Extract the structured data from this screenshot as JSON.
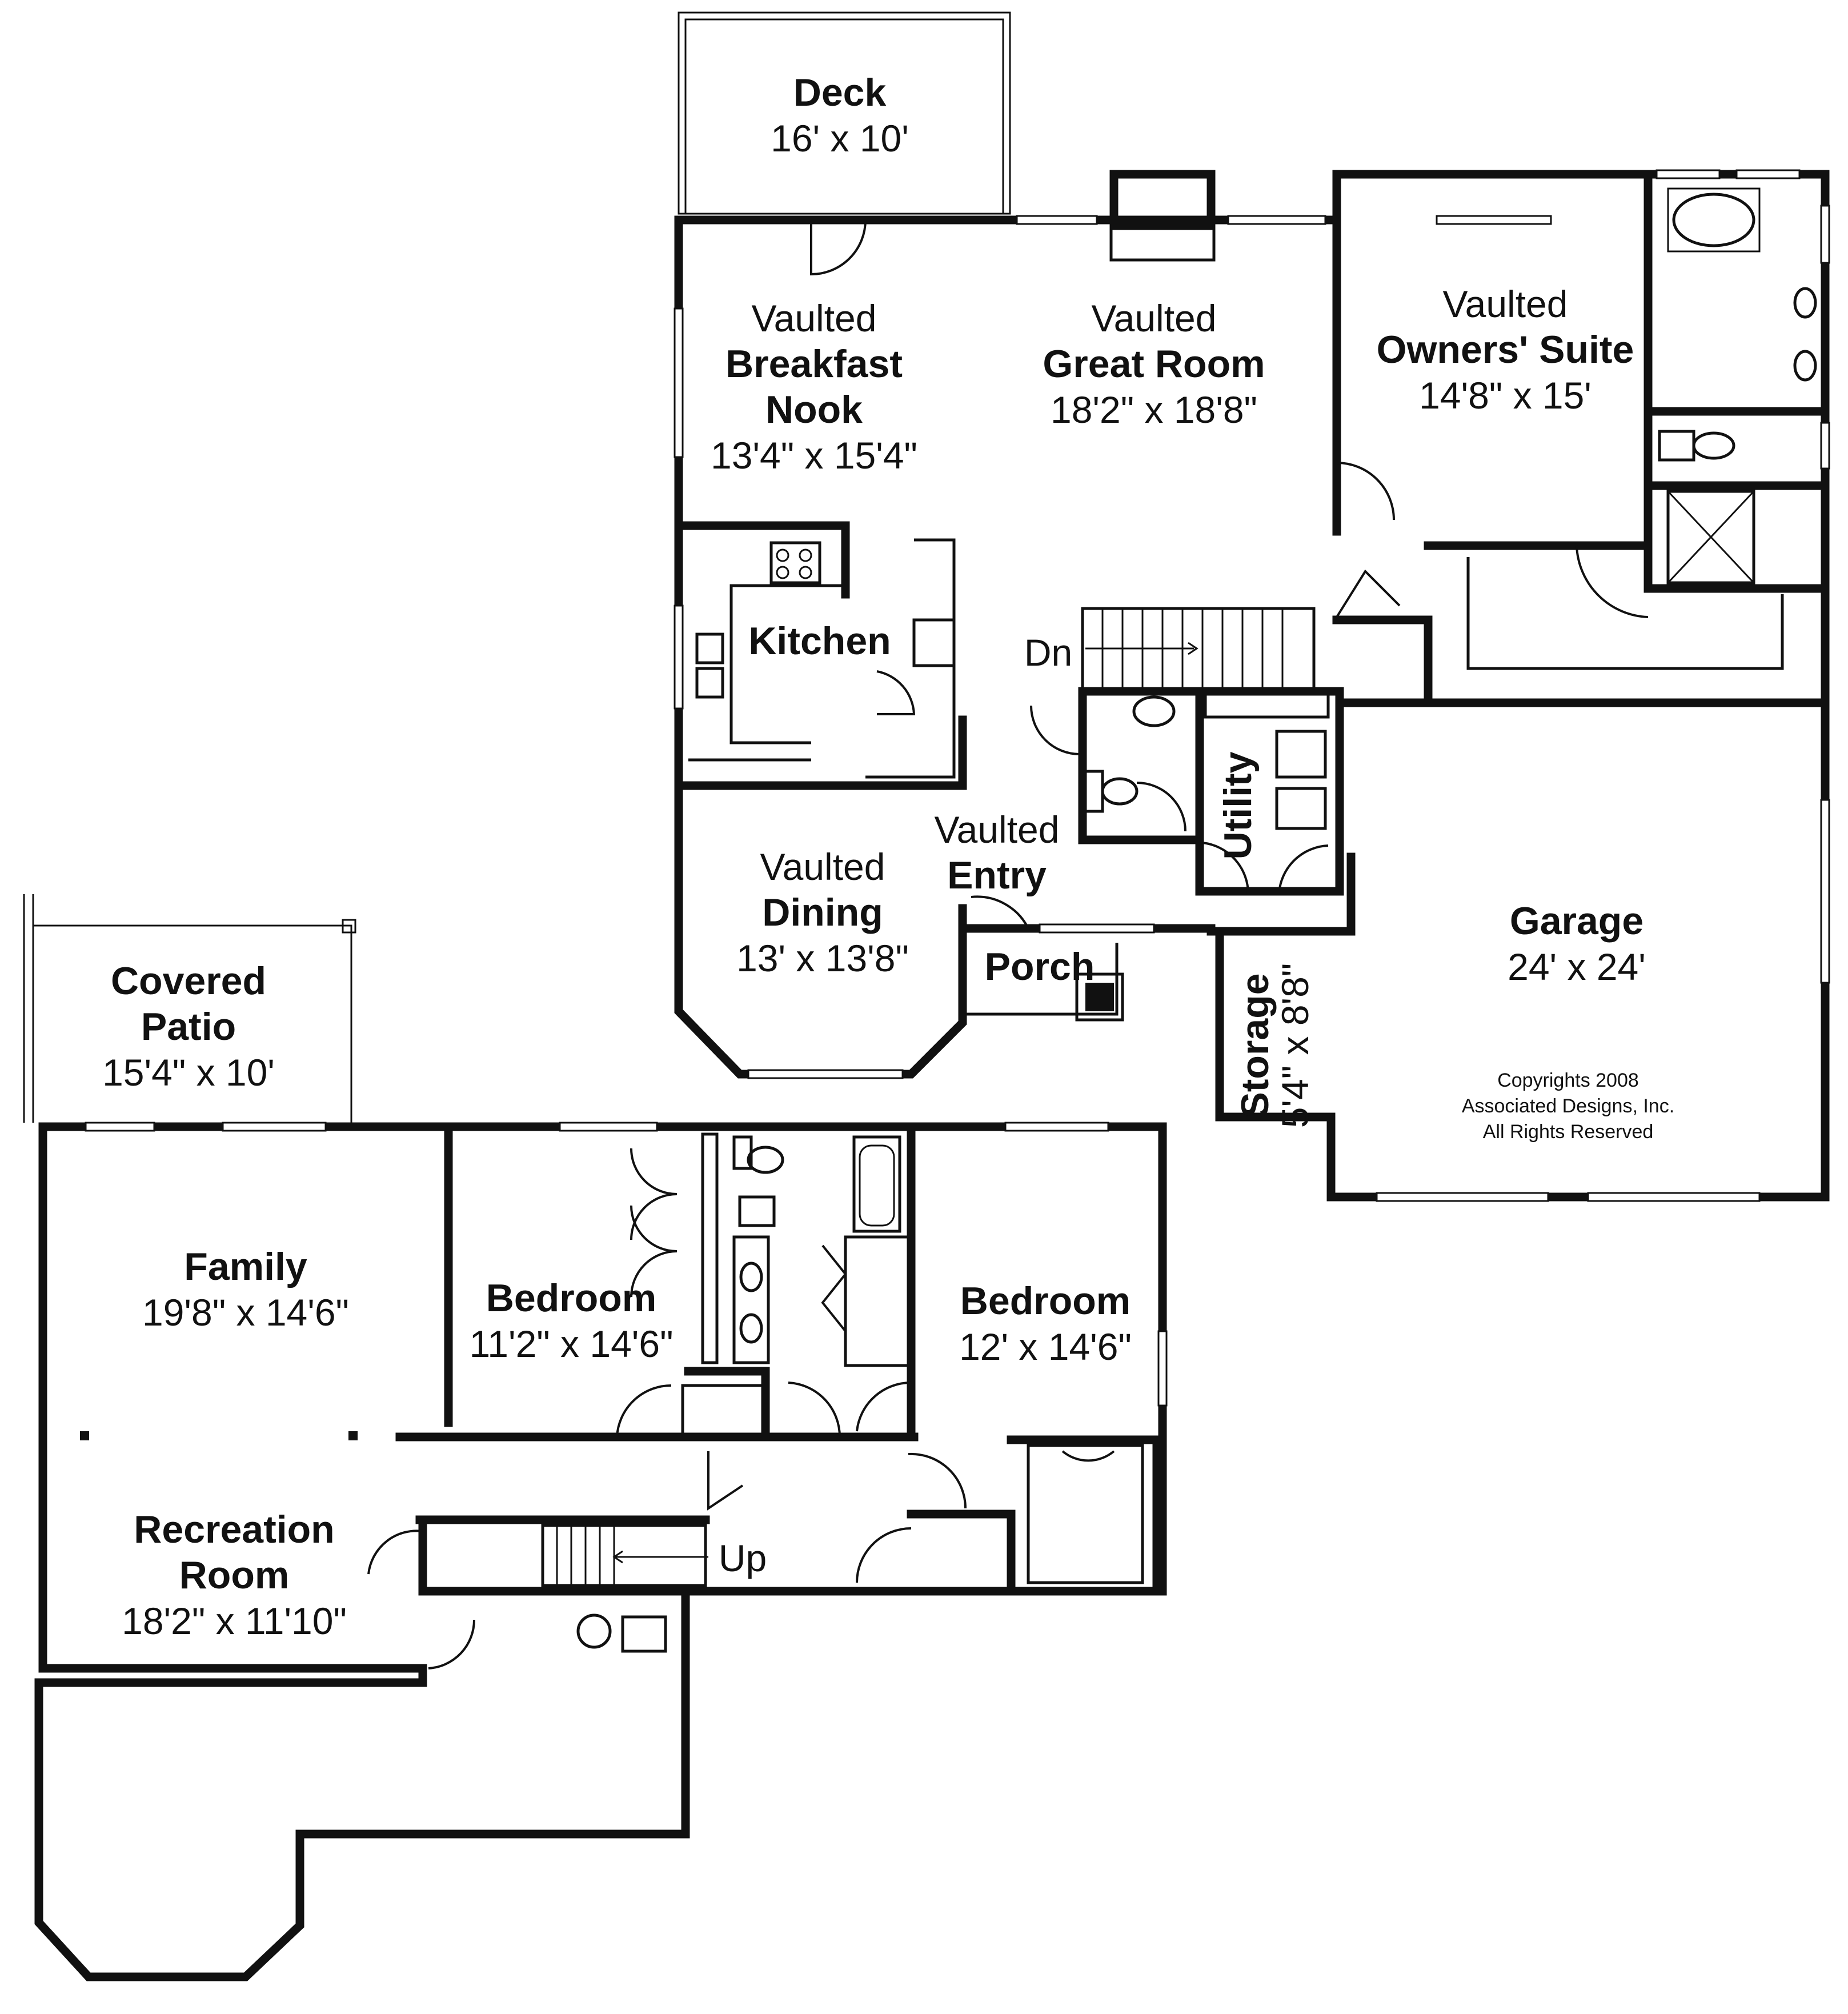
{
  "rooms": {
    "deck": {
      "name": "Deck",
      "size": "16' x 10'"
    },
    "nook": {
      "prefix": "Vaulted",
      "name1": "Breakfast",
      "name2": "Nook",
      "size": "13'4\" x 15'4\""
    },
    "great_room": {
      "prefix": "Vaulted",
      "name": "Great Room",
      "size": "18'2\" x 18'8\""
    },
    "owners": {
      "prefix": "Vaulted",
      "name": "Owners' Suite",
      "size": "14'8\" x 15'"
    },
    "kitchen": {
      "name": "Kitchen"
    },
    "stairs_down": {
      "label": "Dn"
    },
    "utility": {
      "name": "Utility"
    },
    "entry": {
      "prefix": "Vaulted",
      "name": "Entry"
    },
    "dining": {
      "prefix": "Vaulted",
      "name": "Dining",
      "size": "13' x 13'8\""
    },
    "porch": {
      "name": "Porch"
    },
    "storage": {
      "name": "Storage",
      "size": "5'4\" x 8'8\""
    },
    "garage": {
      "name": "Garage",
      "size": "24' x 24'"
    },
    "patio": {
      "name1": "Covered",
      "name2": "Patio",
      "size": "15'4\" x 10'"
    },
    "family": {
      "name": "Family",
      "size": "19'8\" x 14'6\""
    },
    "bedroom1": {
      "name": "Bedroom",
      "size": "11'2\" x 14'6\""
    },
    "bedroom2": {
      "name": "Bedroom",
      "size": "12' x 14'6\""
    },
    "recreation": {
      "name1": "Recreation",
      "name2": "Room",
      "size": "18'2\" x 11'10\""
    },
    "stairs_up": {
      "label": "Up"
    }
  },
  "copyright": {
    "line1": "Copyrights 2008",
    "line2": "Associated Designs, Inc.",
    "line3": "All Rights Reserved"
  }
}
